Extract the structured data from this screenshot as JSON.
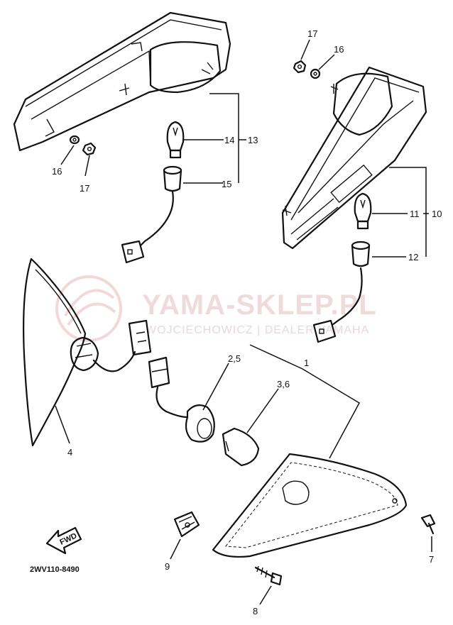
{
  "diagram": {
    "drawing_code": "2WV110-8490",
    "watermark": {
      "title": "YAMA-SKLEP.PL",
      "subtitle": "WOJCIECHOWICZ | DEALER YAMAHA"
    },
    "callouts": {
      "c1": "1",
      "c25": "2,5",
      "c36": "3,6",
      "c4": "4",
      "c7": "7",
      "c8": "8",
      "c9": "9",
      "c10": "10",
      "c11": "11",
      "c12": "12",
      "c13": "13",
      "c14": "14",
      "c15": "15",
      "c16a": "16",
      "c16b": "16",
      "c17a": "17",
      "c17b": "17"
    },
    "fwd_label": "FWD"
  }
}
